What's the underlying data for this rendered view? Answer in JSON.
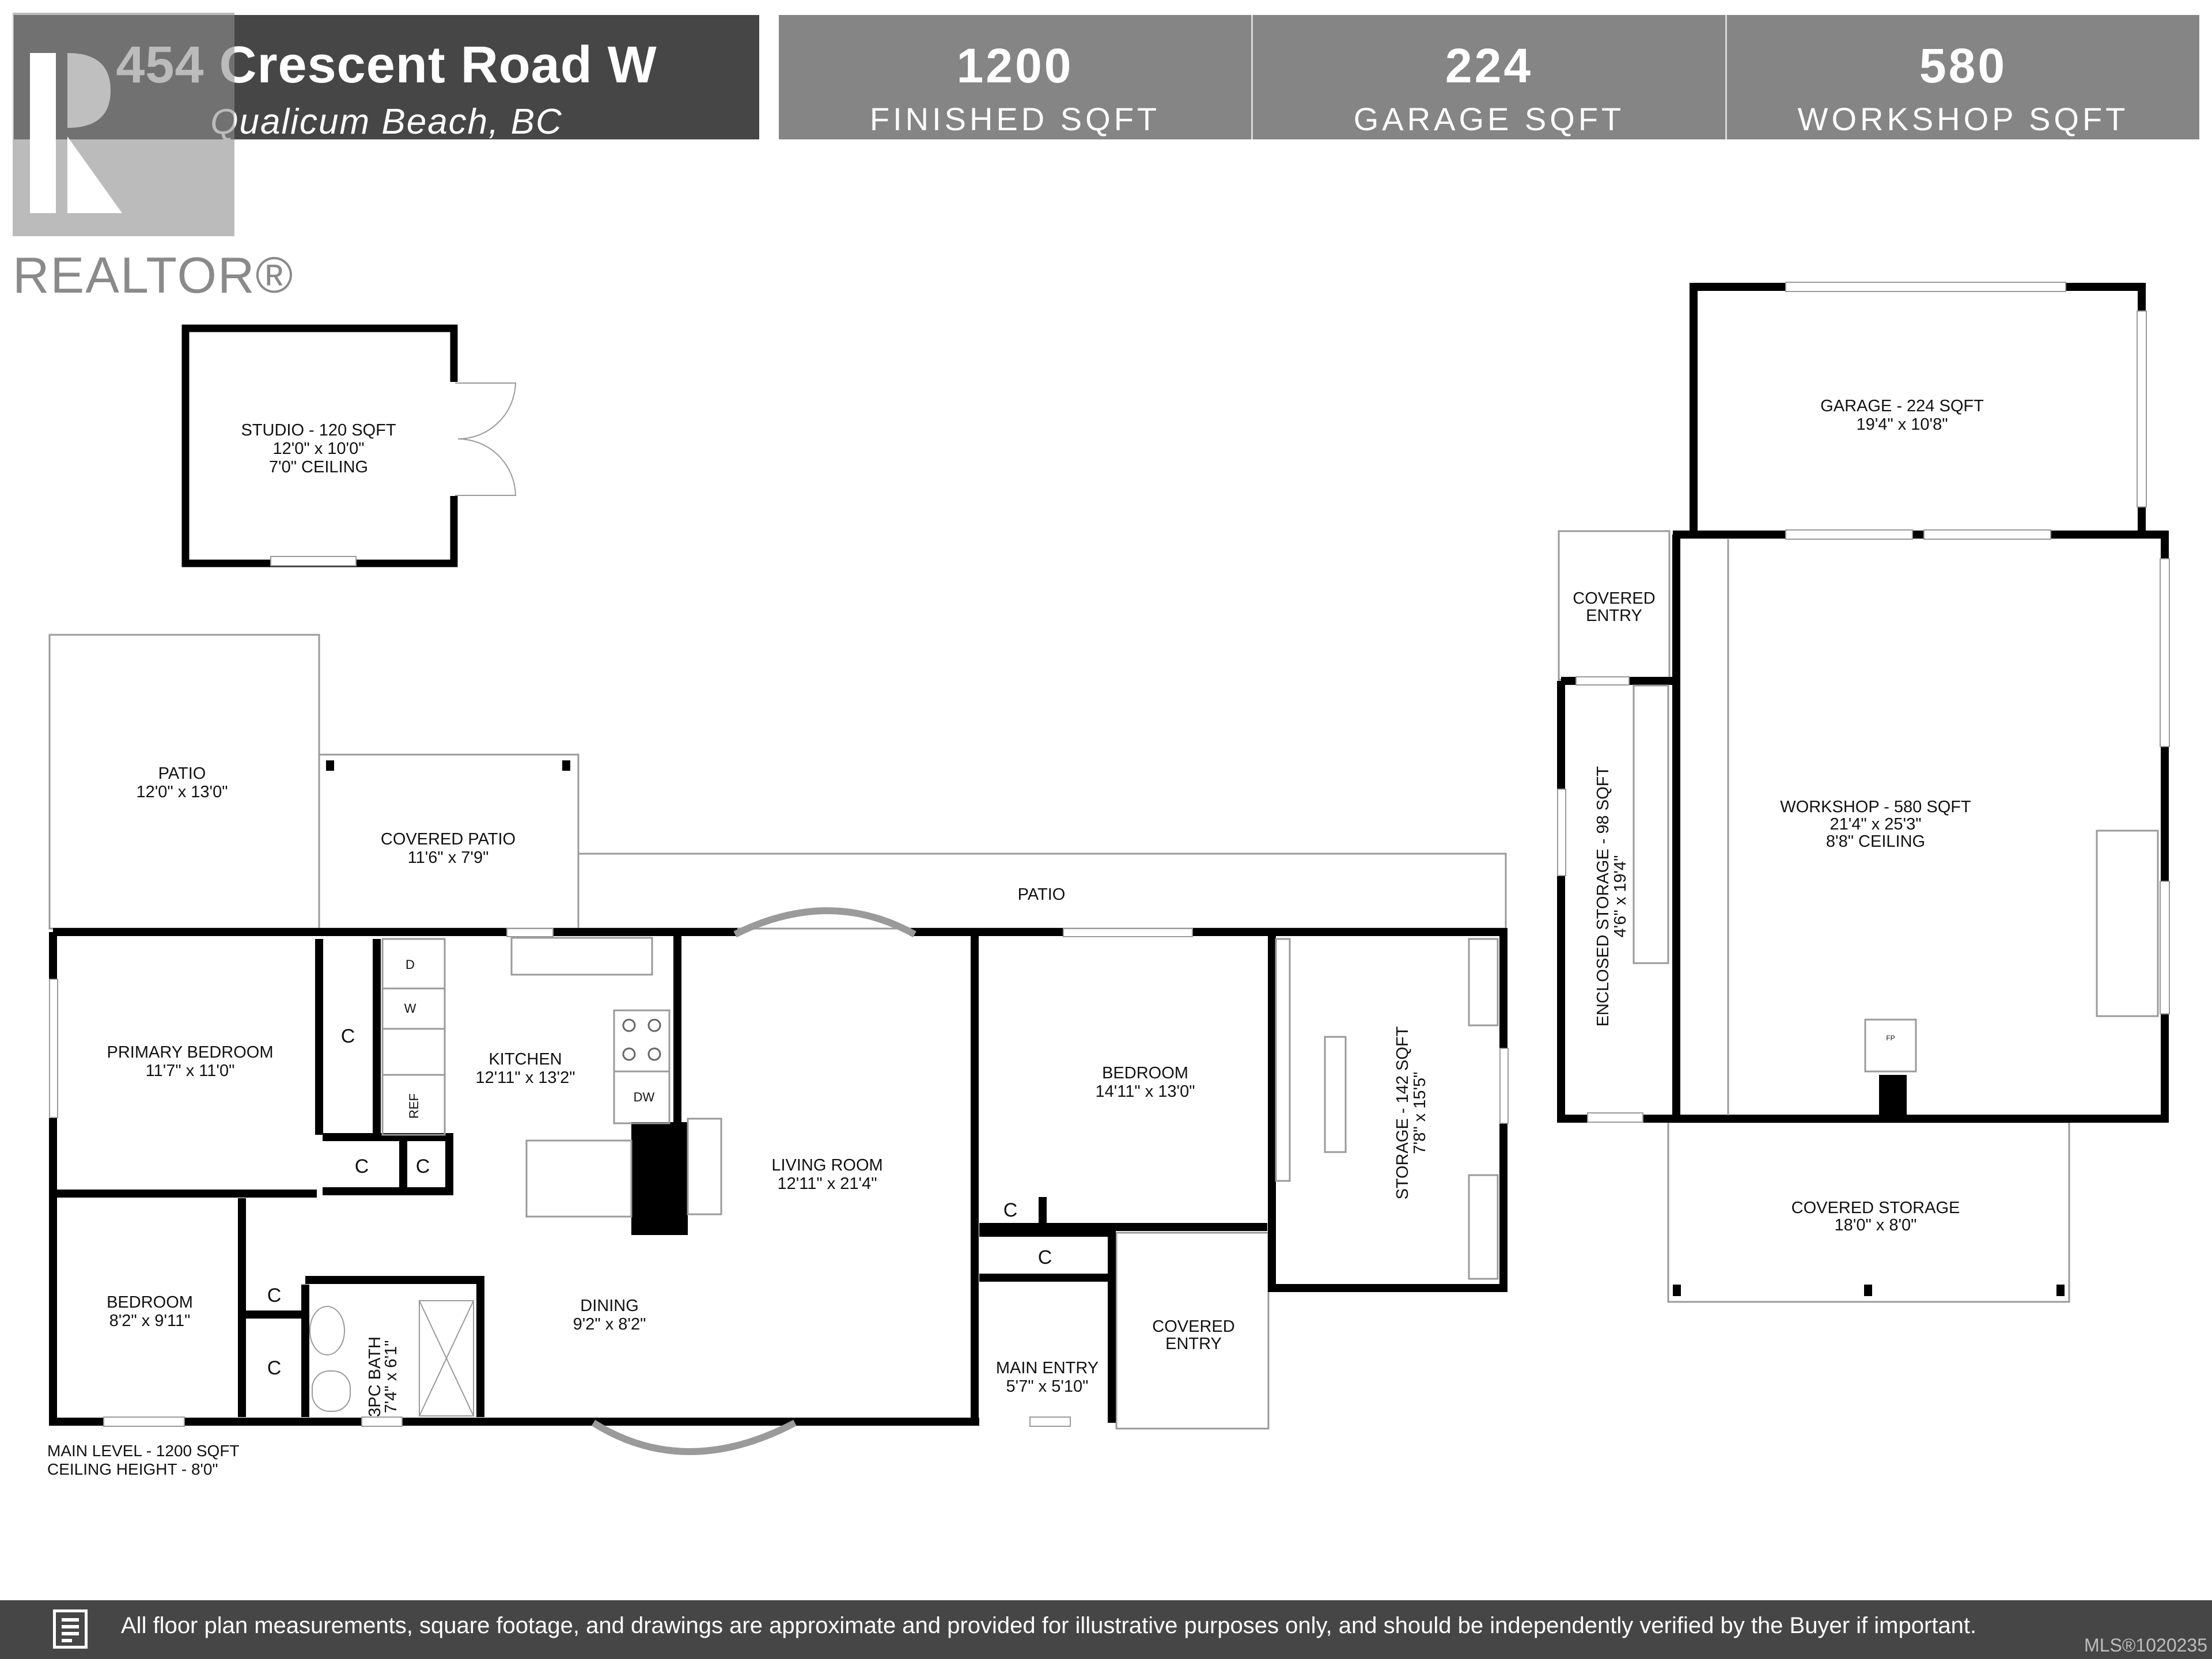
{
  "header": {
    "address": "454 Crescent Road W",
    "city": "Qualicum Beach, BC",
    "stats": [
      {
        "value": "1200",
        "label": "FINISHED SQFT"
      },
      {
        "value": "224",
        "label": "GARAGE SQFT"
      },
      {
        "value": "580",
        "label": "WORKSHOP SQFT"
      }
    ]
  },
  "logo": {
    "text": "REALTOR®"
  },
  "rooms": {
    "studio": {
      "name": "STUDIO - 120 SQFT",
      "dims": "12'0\" x 10'0\"",
      "extra": "7'0\" CEILING"
    },
    "patio_left": {
      "name": "PATIO",
      "dims": "12'0\" x 13'0\""
    },
    "covered_patio": {
      "name": "COVERED PATIO",
      "dims": "11'6\" x 7'9\""
    },
    "patio_top": {
      "name": "PATIO"
    },
    "primary_bedroom": {
      "name": "PRIMARY BEDROOM",
      "dims": "11'7\" x 11'0\""
    },
    "kitchen": {
      "name": "KITCHEN",
      "dims": "12'11\" x 13'2\""
    },
    "living_room": {
      "name": "LIVING ROOM",
      "dims": "12'11\" x 21'4\""
    },
    "bedroom_east": {
      "name": "BEDROOM",
      "dims": "14'11\" x 13'0\""
    },
    "storage": {
      "name": "STORAGE - 142 SQFT",
      "dims": "7'8\" x 15'5\""
    },
    "bedroom_west": {
      "name": "BEDROOM",
      "dims": "8'2\" x 9'11\""
    },
    "bath": {
      "name": "3PC BATH",
      "dims": "7'4\" x 6'1\""
    },
    "dining": {
      "name": "DINING",
      "dims": "9'2\" x 8'2\""
    },
    "main_entry": {
      "name": "MAIN ENTRY",
      "dims": "5'7\" x 5'10\""
    },
    "covered_entry_main": {
      "line1": "COVERED",
      "line2": "ENTRY"
    },
    "garage": {
      "name": "GARAGE - 224 SQFT",
      "dims": "19'4\" x 10'8\""
    },
    "covered_entry_ws": {
      "line1": "COVERED",
      "line2": "ENTRY"
    },
    "enclosed_storage": {
      "name": "ENCLOSED STORAGE - 98 SQFT",
      "dims": "4'6\" x 19'4\""
    },
    "workshop": {
      "name": "WORKSHOP - 580 SQFT",
      "dims": "21'4\" x 25'3\"",
      "extra": "8'8\" CEILING"
    },
    "covered_storage": {
      "name": "COVERED STORAGE",
      "dims": "18'0\" x 8'0\""
    }
  },
  "fixtures": {
    "closet": "C",
    "dryer": "D",
    "washer": "W",
    "fridge": "REF",
    "dishwasher": "DW",
    "fireplace": "FP"
  },
  "level_note": {
    "line1": "MAIN LEVEL - 1200 SQFT",
    "line2": "CEILING HEIGHT - 8'0\""
  },
  "footer": {
    "disclaimer": "All floor plan measurements, square footage, and drawings are approximate and provided for illustrative purposes only, and should be independently verified by the Buyer if important.",
    "mls": "MLS®1020235"
  },
  "colors": {
    "header_dark": "#464646",
    "header_stats": "#858585",
    "wall": "#000000",
    "outline": "#9a9a9a"
  }
}
